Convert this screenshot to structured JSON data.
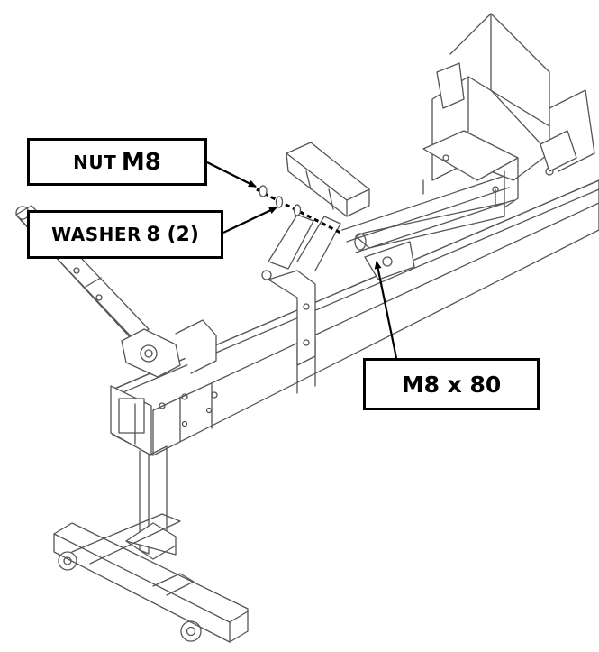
{
  "callouts": {
    "nut": {
      "prefix": "NUT",
      "size": "M8"
    },
    "washer": {
      "prefix": "WASHER",
      "size": "8 (2)"
    },
    "bolt": {
      "label": "M8 x 80"
    }
  },
  "colors": {
    "line": "#555555",
    "text": "#000000",
    "background": "#ffffff"
  }
}
